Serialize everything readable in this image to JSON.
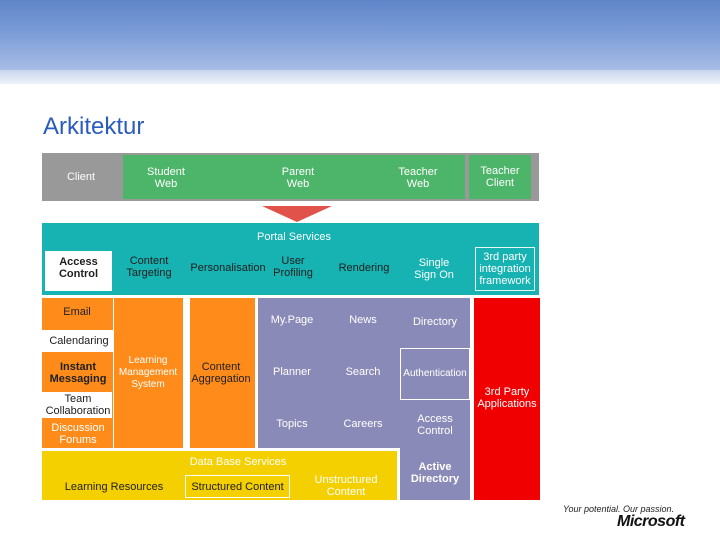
{
  "title": "Arkitektur",
  "client_row": {
    "client": "Client",
    "student_web": "Student\nWeb",
    "parent_web": "Parent\nWeb",
    "teacher_web": "Teacher\nWeb",
    "teacher_client": "Teacher\nClient"
  },
  "portal": {
    "services": "Portal Services",
    "access_control": "Access\nControl",
    "content_targeting": "Content\nTargeting",
    "personalisation": "Personalisation",
    "user_profiling": "User\nProfiling",
    "rendering": "Rendering",
    "single_sign_on": "Single\nSign On",
    "third_party_framework": "3rd party\nintegration\nframework"
  },
  "apps": {
    "email": "Email",
    "calendaring": "Calendaring",
    "instant_messaging": "Instant\nMessaging",
    "team_collaboration": "Team\nCollaboration",
    "discussion_forums": "Discussion\nForums",
    "lms": "Learning\nManagement\nSystem",
    "content_aggregation": "Content\nAggregation",
    "mypage": "My.Page",
    "news": "News",
    "planner": "Planner",
    "search": "Search",
    "topics": "Topics",
    "careers": "Careers"
  },
  "directory": {
    "directory": "Directory",
    "authentication": "Authentication",
    "access_control": "Access\nControl",
    "active_directory": "Active\nDirectory"
  },
  "third_party_apps": "3rd Party\nApplications",
  "data": {
    "services": "Data Base Services",
    "learning_resources": "Learning Resources",
    "structured_content": "Structured Content",
    "unstructured_content": "Unstructured\nContent"
  },
  "footer": {
    "tagline": "Your potential. Our passion.",
    "brand": "Microsoft"
  },
  "colors": {
    "gray": "#999999",
    "green": "#4db56a",
    "teal": "#17b2b2",
    "orange": "#ff8c1a",
    "purple": "#8a8ab8",
    "red": "#f00000",
    "yellow": "#f5d000",
    "arrow": "#e0524a",
    "title": "#2a5bbf"
  }
}
